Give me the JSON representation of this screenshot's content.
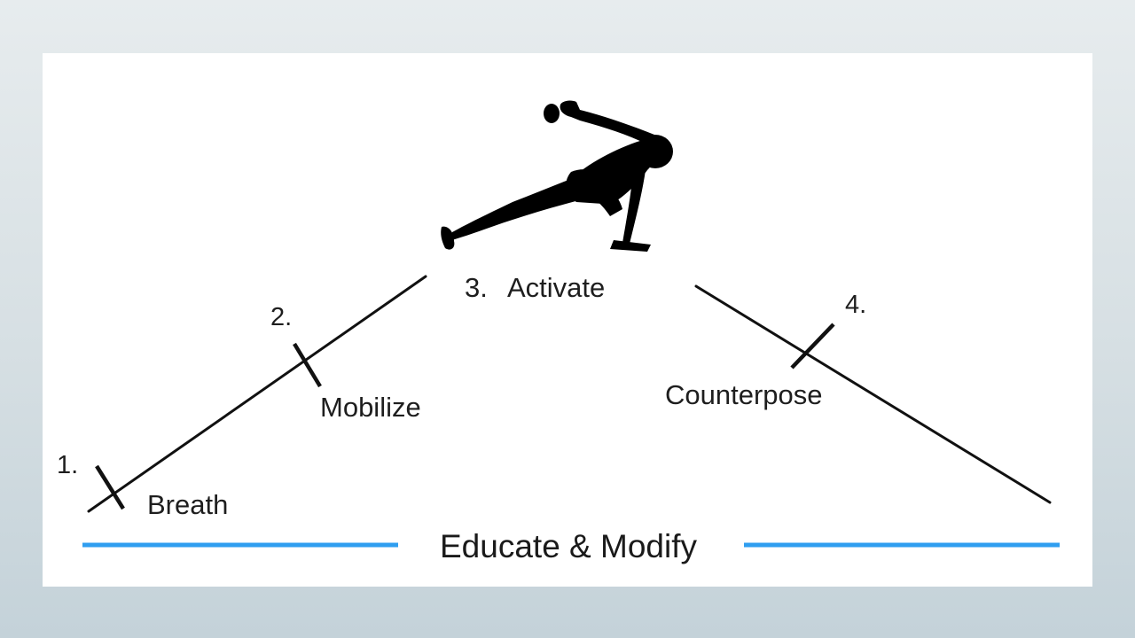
{
  "diagram": {
    "steps": [
      {
        "number": "1.",
        "label": "Breath"
      },
      {
        "number": "2.",
        "label": "Mobilize"
      },
      {
        "number": "3.",
        "label": "Activate"
      },
      {
        "number": "4.",
        "label": "Counterpose"
      }
    ],
    "footer": {
      "label": "Educate & Modify"
    },
    "figure": {
      "icon": "person-lunge-silhouette-icon"
    },
    "colors": {
      "line": "#111111",
      "footer_line": "#2f9ef0",
      "figure": "#000000",
      "text": "#1e1e1e"
    }
  }
}
